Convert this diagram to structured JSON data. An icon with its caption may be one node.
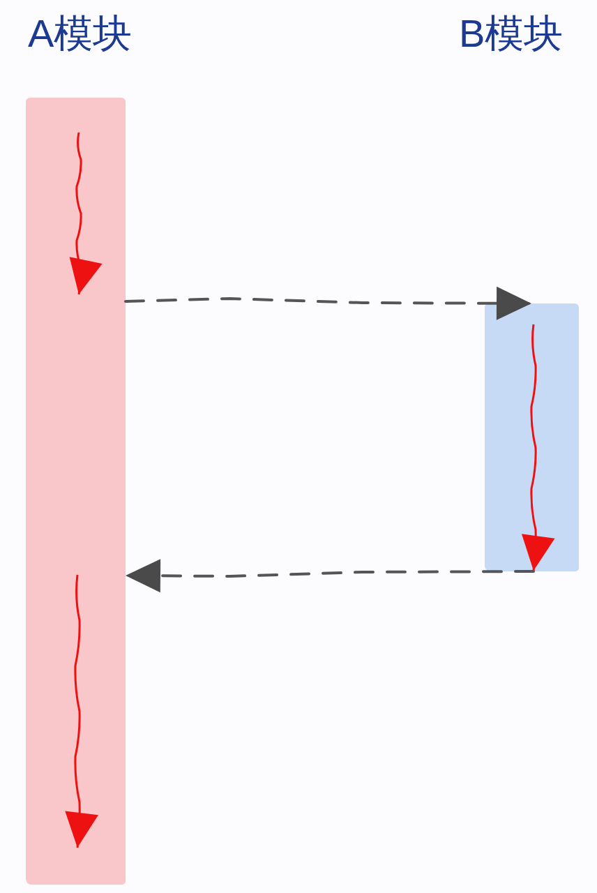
{
  "diagram": {
    "nodes": [
      {
        "text": [],
        "shape": "bar"
      },
      {
        "text": [],
        "shape": "bar"
      }
    ],
    "edges": [
      {
        "from": 0,
        "to": 1,
        "arrow": "to",
        "style": "dashed"
      },
      {
        "from": 1,
        "to": 0,
        "arrow": "to",
        "style": "dashed"
      }
    ],
    "labels": [
      "A模块",
      "B模块"
    ]
  }
}
